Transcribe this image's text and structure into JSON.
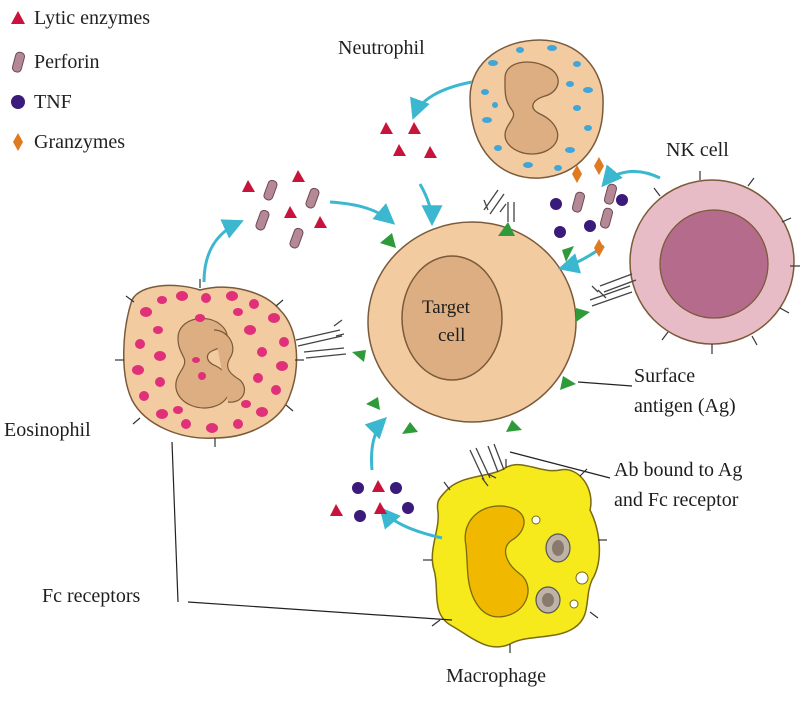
{
  "legend": {
    "lytic_enzymes": "Lytic enzymes",
    "perforin": "Perforin",
    "tnf": "TNF",
    "granzymes": "Granzymes"
  },
  "labels": {
    "neutrophil": "Neutrophil",
    "nk_cell": "NK cell",
    "target_line1": "Target",
    "target_line2": "cell",
    "surface_line1": "Surface",
    "surface_line2": "antigen (Ag)",
    "eosinophil": "Eosinophil",
    "ab_line1": "Ab bound to Ag",
    "ab_line2": "and Fc receptor",
    "fc_receptors": "Fc receptors",
    "macrophage": "Macrophage"
  },
  "colors": {
    "lytic": "#c8143c",
    "perforin": "#b58895",
    "tnf": "#3a1a7a",
    "granzyme": "#e07a20",
    "arrow": "#3bb7cf",
    "cell_fill": "#f3cba0",
    "nucleus": "#dcae82",
    "antigen": "#2e9a3a",
    "nk_outer": "#e8bcc6",
    "nk_nucleus": "#b56c8c",
    "macrophage": "#f6ea1c",
    "eos_granule": "#e0307a",
    "neut_granule": "#3fa6d9"
  }
}
